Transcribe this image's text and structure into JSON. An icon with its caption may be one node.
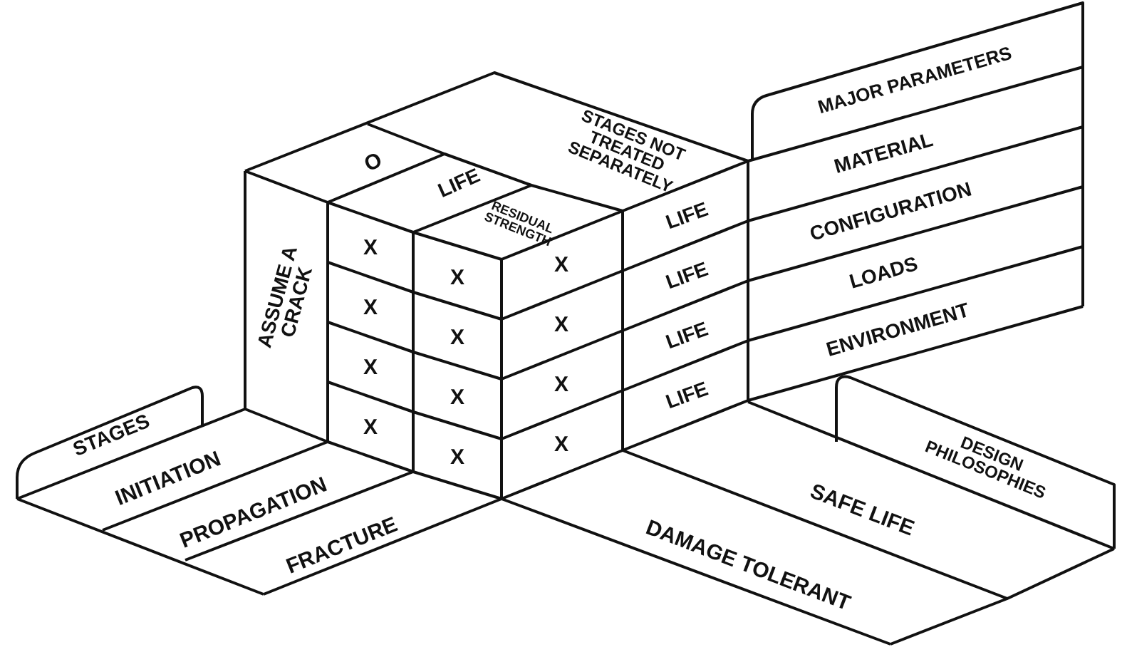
{
  "diagram": {
    "labels": [
      "STAGES NOT TREATED SEPARATELY",
      "O",
      "LIFE",
      "RESIDUAL STRENGTH",
      "ASSUME A CRACK",
      "X",
      "X",
      "X",
      "LIFE",
      "X",
      "X",
      "X",
      "LIFE",
      "X",
      "X",
      "X",
      "LIFE",
      "X",
      "X",
      "X",
      "LIFE",
      "MAJOR PARAMETERS",
      "MATERIAL",
      "CONFIGURATION",
      "LOADS",
      "ENVIRONMENT",
      "STAGES",
      "INITIATION",
      "PROPAGATION",
      "FRACTURE",
      "DESIGN PHILOSOPHIES",
      "SAFE LIFE",
      "DAMAGE TOLERANT"
    ]
  }
}
